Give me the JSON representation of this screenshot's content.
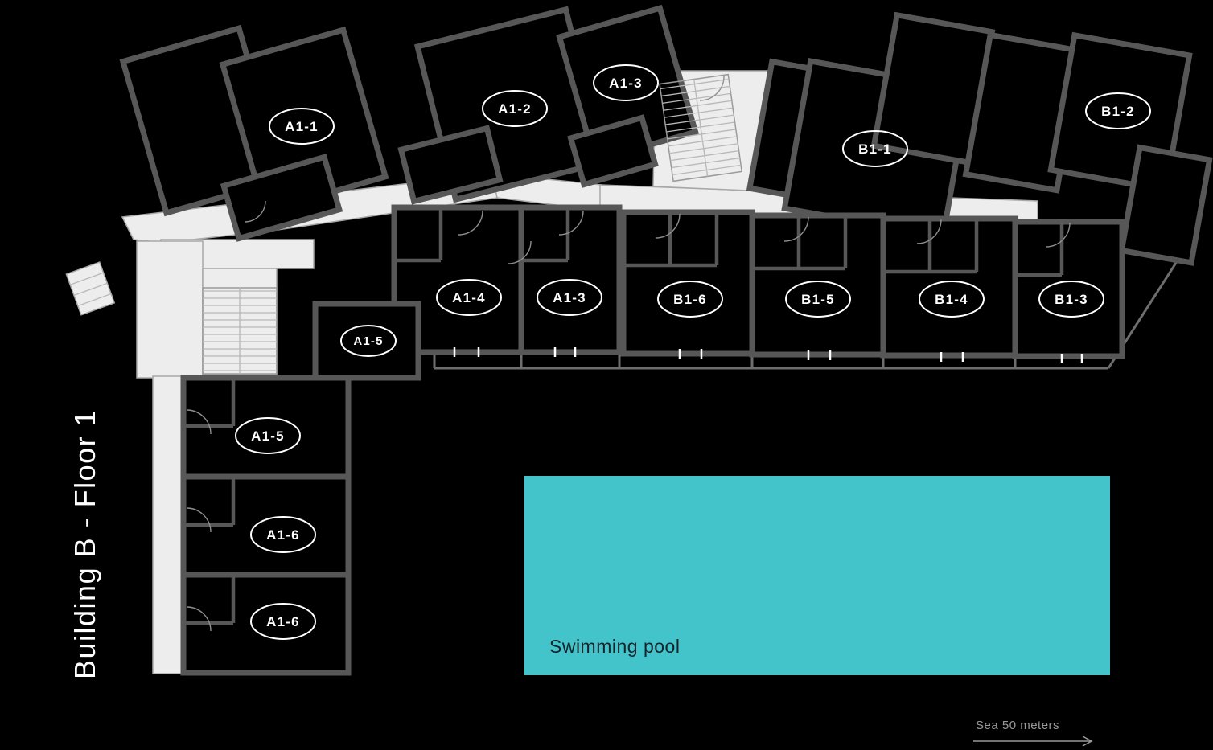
{
  "title": {
    "text": "Building B - Floor 1"
  },
  "units": [
    {
      "id": "a1-1",
      "label": "A1-1"
    },
    {
      "id": "a1-2",
      "label": "A1-2"
    },
    {
      "id": "a1-3-top",
      "label": "A1-3"
    },
    {
      "id": "b1-1",
      "label": "B1-1"
    },
    {
      "id": "b1-2",
      "label": "B1-2"
    },
    {
      "id": "a1-4",
      "label": "A1-4"
    },
    {
      "id": "a1-3-mid",
      "label": "A1-3"
    },
    {
      "id": "b1-6",
      "label": "B1-6"
    },
    {
      "id": "b1-5",
      "label": "B1-5"
    },
    {
      "id": "b1-4",
      "label": "B1-4"
    },
    {
      "id": "b1-3",
      "label": "B1-3"
    },
    {
      "id": "a1-5-hall",
      "label": "A1-5"
    },
    {
      "id": "a1-5",
      "label": "A1-5"
    },
    {
      "id": "a1-6-upper",
      "label": "A1-6"
    },
    {
      "id": "a1-6-lower",
      "label": "A1-6"
    }
  ],
  "pool": {
    "label": "Swimming pool"
  },
  "sea": {
    "label": "Sea 50 meters"
  },
  "colors": {
    "background": "#000000",
    "walls": "#575757",
    "corridor": "#ededed",
    "unit_label": "#ffffff",
    "pool": "#43c4ca",
    "pool_text": "#16232b",
    "sea_text": "#999999"
  }
}
